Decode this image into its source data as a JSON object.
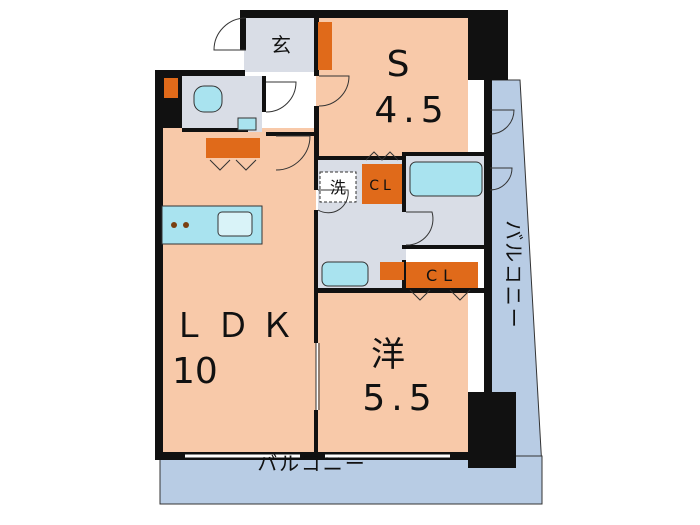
{
  "rooms": {
    "entrance": {
      "label": "玄"
    },
    "service_room": {
      "label": "S",
      "size": "4.5"
    },
    "ldk": {
      "label": "ＬＤＫ",
      "size": "10"
    },
    "western_room": {
      "label": "洋",
      "size": "5.5"
    },
    "washroom": {
      "label": "洗"
    },
    "closet_1": {
      "label": "CL"
    },
    "closet_2": {
      "label": "CL"
    }
  },
  "balcony": {
    "bottom_label": "バルコニー",
    "right_label": "バルコニー"
  },
  "colors": {
    "room_fill": "#f8c9a9",
    "wet_fill": "#d9dde6",
    "fixture_fill": "#a9e3ef",
    "balcony_fill": "#b8cce4",
    "closet_fill": "#e06a1a",
    "wall": "#111111"
  }
}
